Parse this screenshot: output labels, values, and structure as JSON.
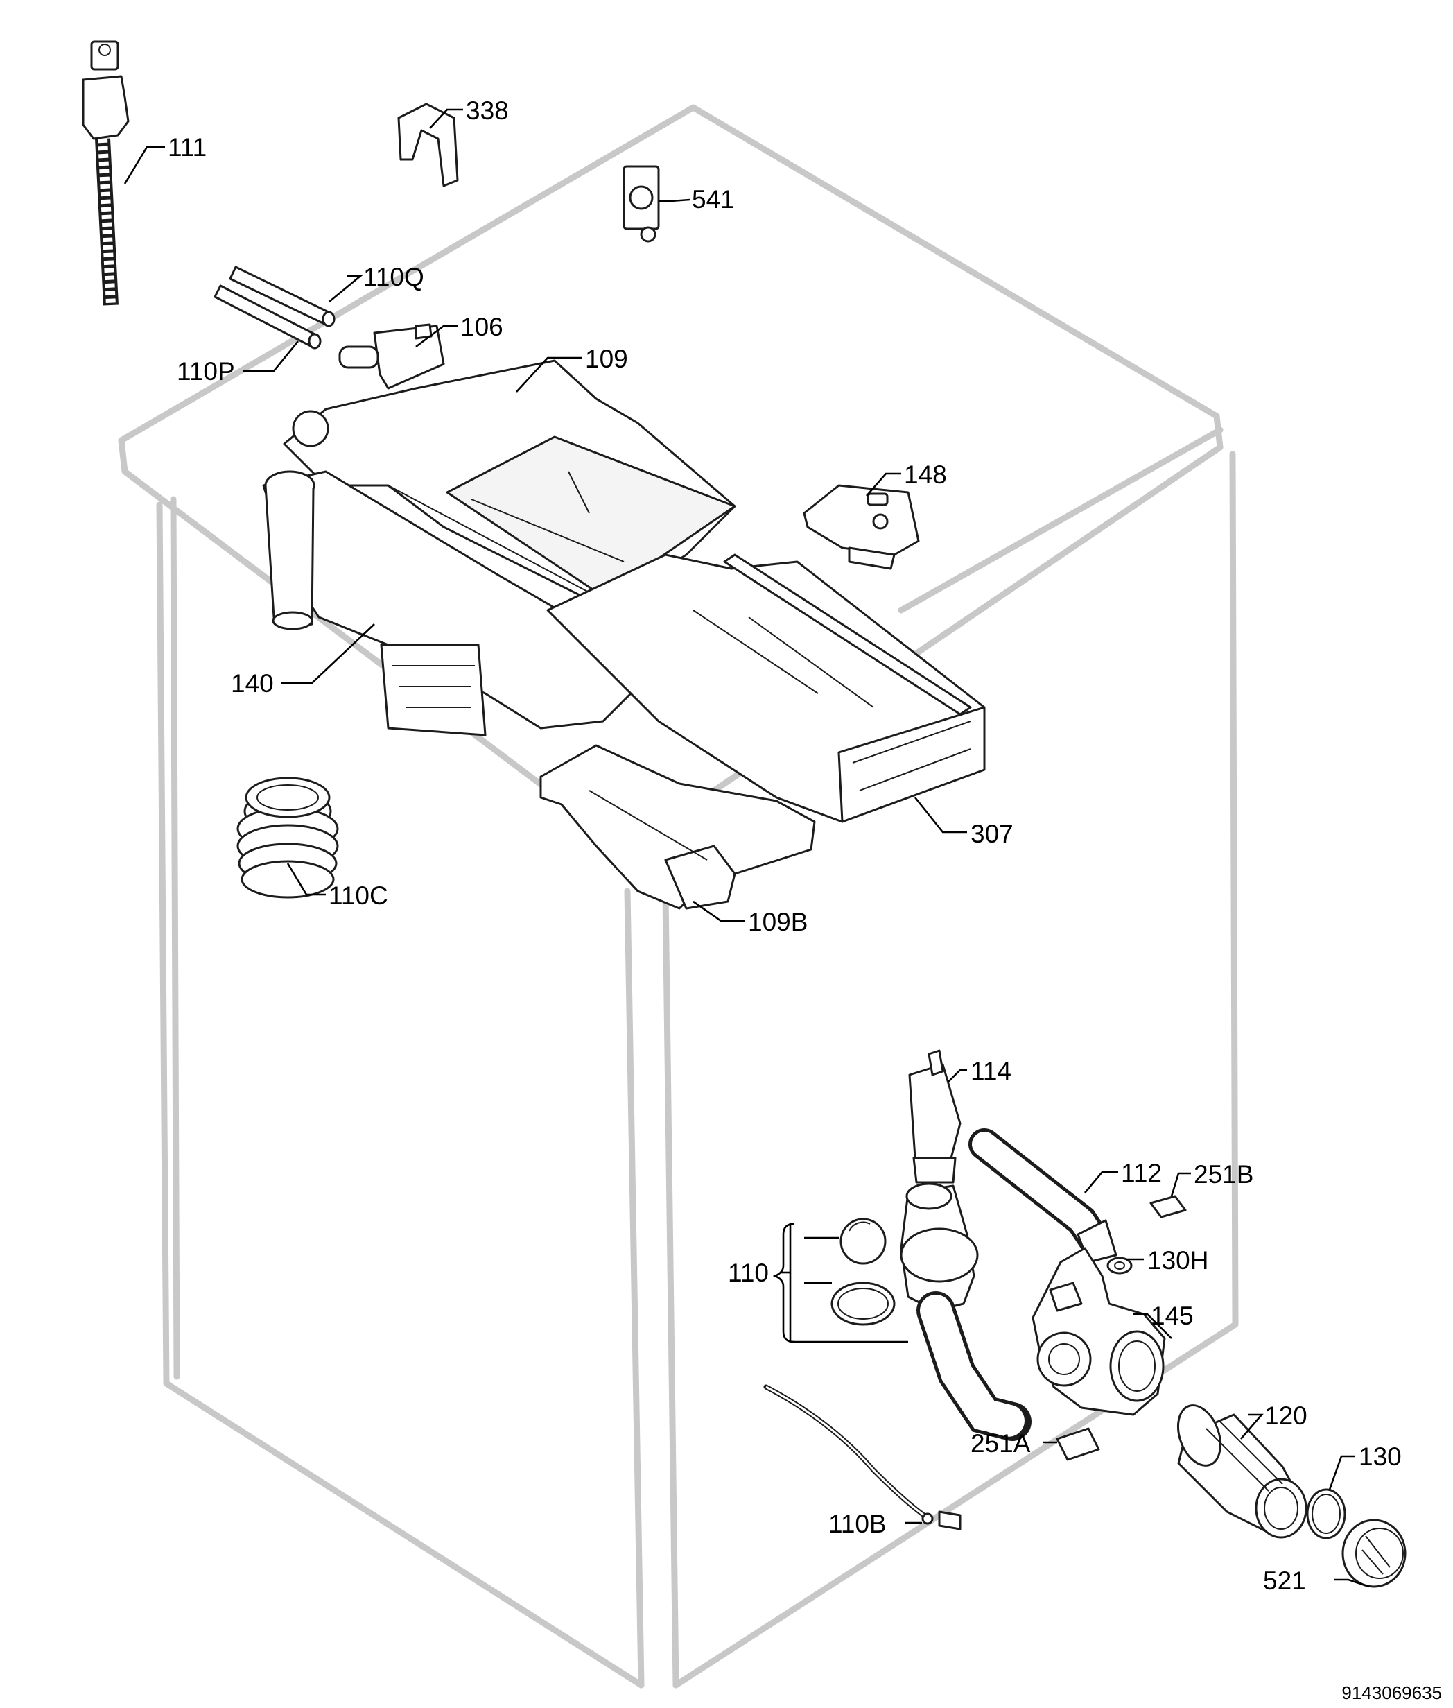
{
  "diagram": {
    "labels": {
      "p111": "111",
      "p338": "338",
      "p541": "541",
      "p110Q": "110Q",
      "p106": "106",
      "p110P": "110P",
      "p109": "109",
      "p148": "148",
      "p140": "140",
      "p307": "307",
      "p110C": "110C",
      "p109B": "109B",
      "p114": "114",
      "p112": "112",
      "p251B": "251B",
      "p110": "110",
      "p130H": "130H",
      "p145": "145",
      "p120": "120",
      "p130": "130",
      "p251A": "251A",
      "p110B": "110B",
      "p521": "521"
    },
    "drawing_code": "9143069635"
  }
}
